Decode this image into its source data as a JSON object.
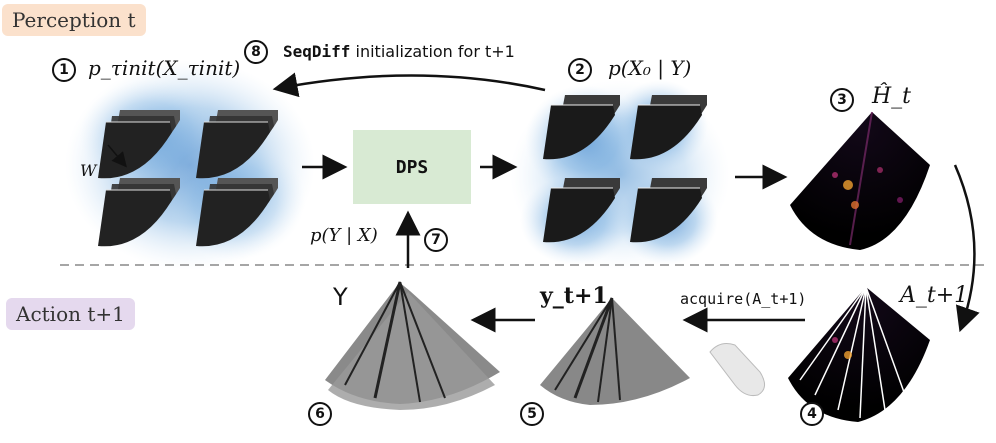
{
  "labels": {
    "perception": "Perception  t",
    "action": "Action  t+1"
  },
  "step_badges": [
    "1",
    "2",
    "3",
    "4",
    "5",
    "6",
    "7",
    "8"
  ],
  "nodes": {
    "prior": "p_τinit(X_τinit)",
    "posterior": "p(X₀ | Y)",
    "belief": "Ĥ_t",
    "action": "A_t+1",
    "new_obs": "y_t+1",
    "all_obs": "Y",
    "likelihood": "p(Y | X)",
    "dps": "DPS",
    "acquire": "acquire(A_t+1)",
    "seqdiff_code": "SeqDiff",
    "seqdiff_text": " initialization for  t+1",
    "w_label": "W"
  },
  "colors": {
    "perception_bg": "#fbe1cc",
    "action_bg": "#e5d9ee",
    "dps_bg": "#d8ead3",
    "blob": "#4a8fd0"
  }
}
